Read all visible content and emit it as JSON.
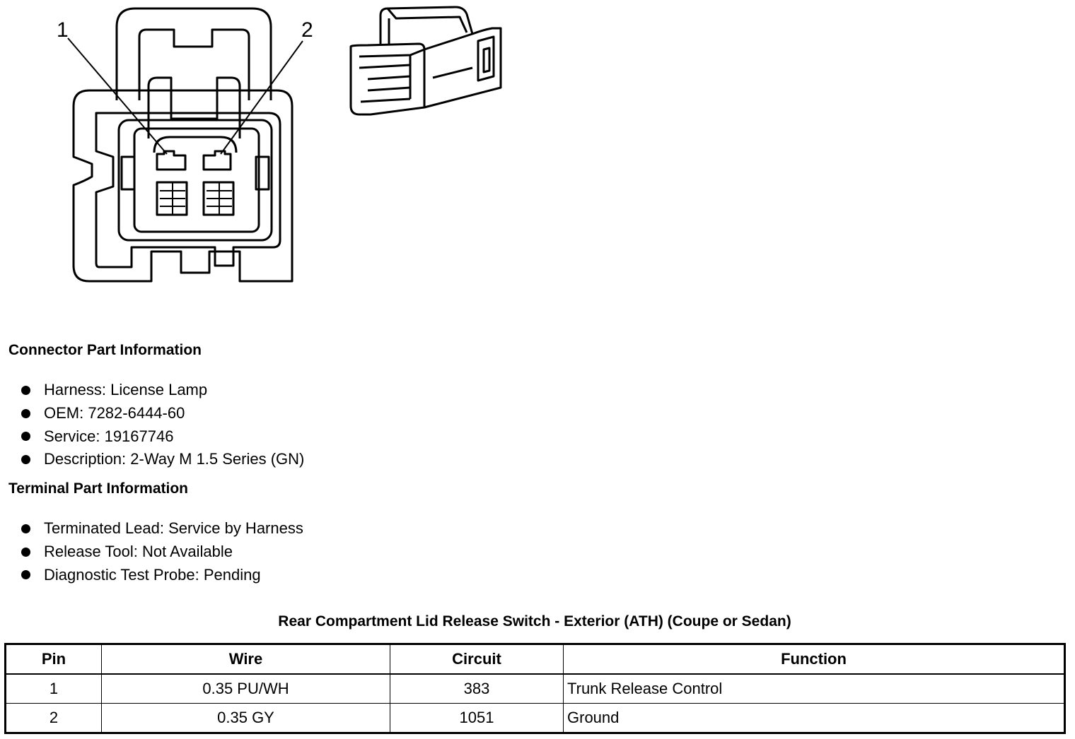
{
  "diagram": {
    "pin_labels": [
      "1",
      "2"
    ]
  },
  "connector_info": {
    "heading": "Connector Part Information",
    "items": [
      "Harness: License Lamp",
      "OEM: 7282-6444-60",
      "Service: 19167746",
      "Description: 2-Way M 1.5 Series (GN)"
    ]
  },
  "terminal_info": {
    "heading": "Terminal Part Information",
    "items": [
      "Terminated Lead: Service by Harness",
      "Release Tool: Not Available",
      "Diagnostic Test Probe: Pending"
    ]
  },
  "table": {
    "title": "Rear Compartment Lid Release Switch - Exterior (ATH) (Coupe or Sedan)",
    "headers": [
      "Pin",
      "Wire",
      "Circuit",
      "Function"
    ],
    "rows": [
      [
        "1",
        "0.35 PU/WH",
        "383",
        "Trunk Release Control"
      ],
      [
        "2",
        "0.35 GY",
        "1051",
        "Ground"
      ]
    ]
  }
}
